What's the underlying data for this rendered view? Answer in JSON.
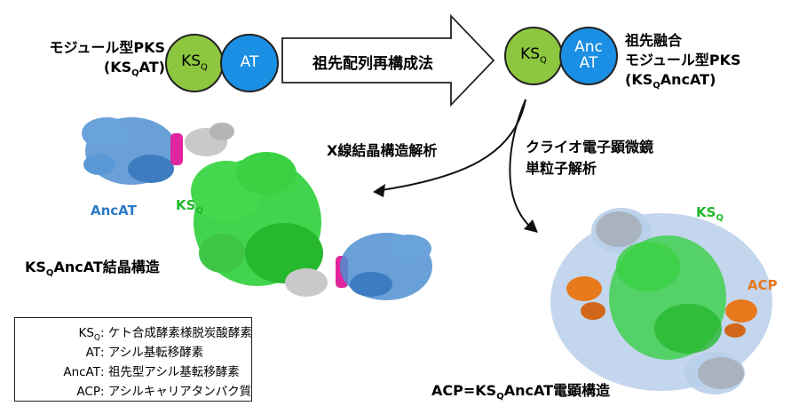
{
  "left_module": {
    "name_line1": "モジュール型PKS",
    "name_line2_prefix": "(KS",
    "name_line2_sub": "Q",
    "name_line2_suffix": "AT)"
  },
  "left_circles": {
    "ks": "KS",
    "ks_sub": "Q",
    "at": "AT"
  },
  "arrow_label": "祖先配列再構成法",
  "right_circles": {
    "ks": "KS",
    "ks_sub": "Q",
    "anc_line1": "Anc",
    "anc_line2": "AT"
  },
  "right_module": {
    "line1": "祖先融合",
    "line2": "モジュール型PKS",
    "line3_prefix": "(KS",
    "line3_sub": "Q",
    "line3_suffix": "AncAT)"
  },
  "methods": {
    "xray": "X線結晶構造解析",
    "cryo_line1": "クライオ電子顕微鏡",
    "cryo_line2": "単粒子解析"
  },
  "crystal_structure": {
    "ancat_label": "AncAT",
    "ks_label": "KS",
    "ks_sub": "Q",
    "caption_prefix": "KS",
    "caption_sub": "Q",
    "caption_suffix": "AncAT結晶構造"
  },
  "em_structure": {
    "ks_label": "KS",
    "ks_sub": "Q",
    "acp_label": "ACP",
    "caption_prefix": "ACP=KS",
    "caption_sub": "Q",
    "caption_suffix": "AncAT電顕構造"
  },
  "legend": [
    {
      "key": "KS",
      "key_sub": "Q",
      "value": ": ケト合成酵素様脱炭酸酵素"
    },
    {
      "key": "AT",
      "key_sub": "",
      "value": ": アシル基転移酵素"
    },
    {
      "key": "AncAT",
      "key_sub": "",
      "value": ": 祖先型アシル基転移酵素"
    },
    {
      "key": "ACP",
      "key_sub": "",
      "value": ": アシルキャリアタンパク質"
    }
  ],
  "colors": {
    "ks_green": "#8dc63f",
    "at_blue": "#1b8fe3",
    "structure_green": "#2fcf3a",
    "structure_blue": "#4f8fd0",
    "acp_orange": "#e8791c",
    "linker_magenta": "#e0259e"
  }
}
